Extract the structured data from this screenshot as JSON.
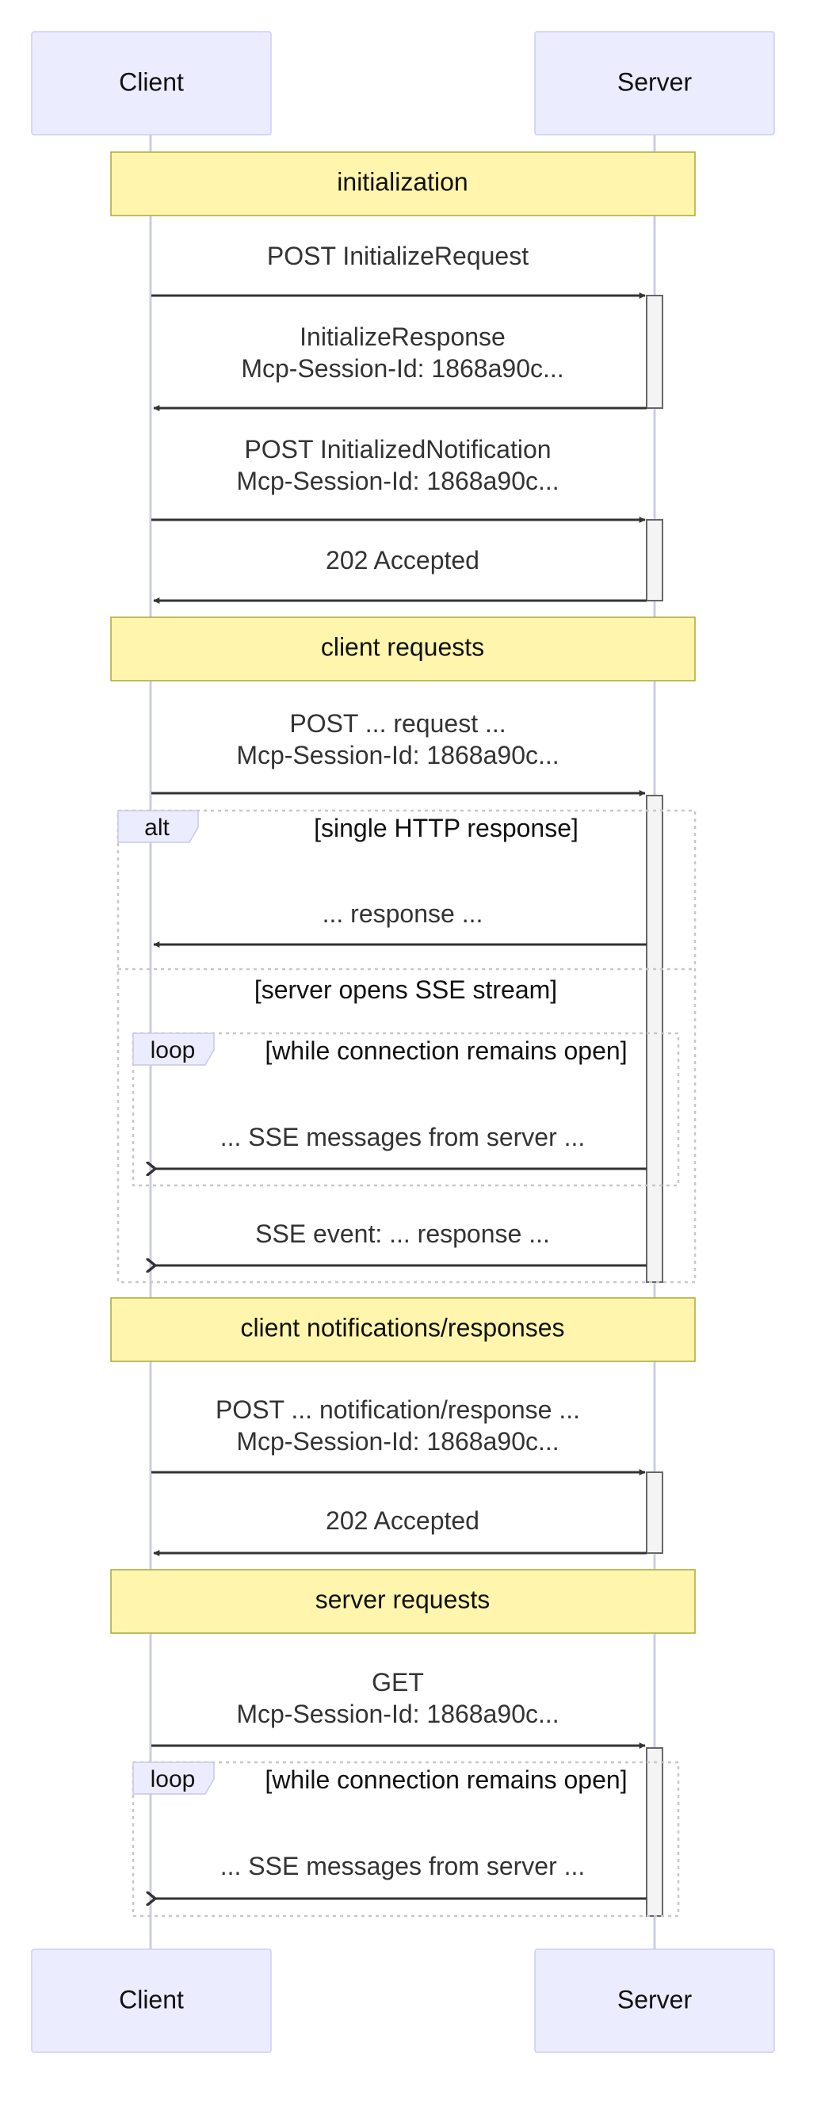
{
  "actors": {
    "client": "Client",
    "server": "Server"
  },
  "notes": {
    "initialization": "initialization",
    "client_requests": "client requests",
    "client_notifications": "client notifications/responses",
    "server_requests": "server requests"
  },
  "messages": {
    "m1": "POST InitializeRequest",
    "m2a": "InitializeResponse",
    "m2b": "Mcp-Session-Id: 1868a90c...",
    "m3a": "POST InitializedNotification",
    "m3b": "Mcp-Session-Id: 1868a90c...",
    "m4": "202 Accepted",
    "m5a": "POST ... request ...",
    "m5b": "Mcp-Session-Id: 1868a90c...",
    "m6": "... response ...",
    "m7": "... SSE messages from server ...",
    "m8": "SSE event: ... response ...",
    "m9a": "POST ... notification/response ...",
    "m9b": "Mcp-Session-Id: 1868a90c...",
    "m10": "202 Accepted",
    "m11a": "GET",
    "m11b": "Mcp-Session-Id: 1868a90c...",
    "m12": "... SSE messages from server ..."
  },
  "frames": {
    "alt_keyword": "alt",
    "alt_cond1": "[single HTTP response]",
    "alt_cond2": "[server opens SSE stream]",
    "loop1_keyword": "loop",
    "loop1_cond": "[while connection remains open]",
    "loop2_keyword": "loop",
    "loop2_cond": "[while connection remains open]"
  },
  "colors": {
    "actor_fill": "#ECECFF",
    "note_fill": "#FFF5AD",
    "line": "#333333"
  }
}
